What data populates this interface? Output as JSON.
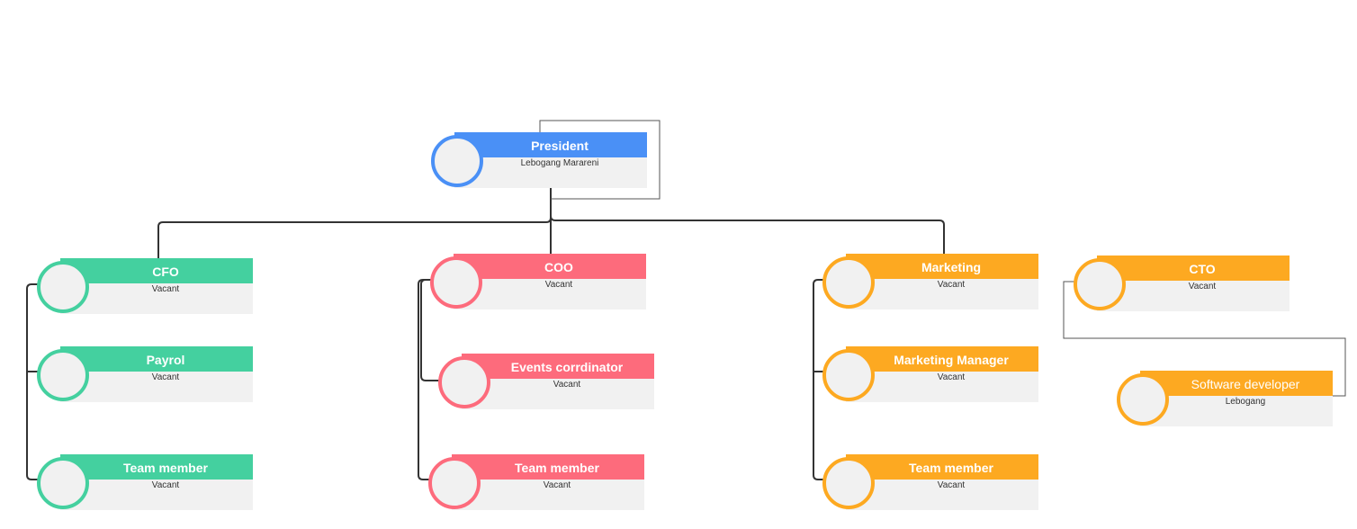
{
  "colors": {
    "blue": "#4a90f6",
    "green": "#44d09f",
    "red": "#fd6b7c",
    "orange": "#fda921",
    "connector": "#333333",
    "card_body": "#f1f1f1"
  },
  "nodes": {
    "president": {
      "title": "President",
      "name": "Lebogang Marareni"
    },
    "cfo": {
      "title": "CFO",
      "name": "Vacant"
    },
    "payrol": {
      "title": "Payrol",
      "name": "Vacant"
    },
    "cfo_team": {
      "title": "Team member",
      "name": "Vacant"
    },
    "coo": {
      "title": "COO",
      "name": "Vacant"
    },
    "events": {
      "title": "Events corrdinator",
      "name": "Vacant"
    },
    "coo_team": {
      "title": "Team member",
      "name": "Vacant"
    },
    "marketing": {
      "title": "Marketing",
      "name": "Vacant"
    },
    "marketing_manager": {
      "title": "Marketing Manager",
      "name": "Vacant"
    },
    "marketing_team": {
      "title": "Team member",
      "name": "Vacant"
    },
    "cto": {
      "title": "CTO",
      "name": "Vacant"
    },
    "software_dev": {
      "title": "Software developer",
      "name": "Lebogang"
    }
  }
}
